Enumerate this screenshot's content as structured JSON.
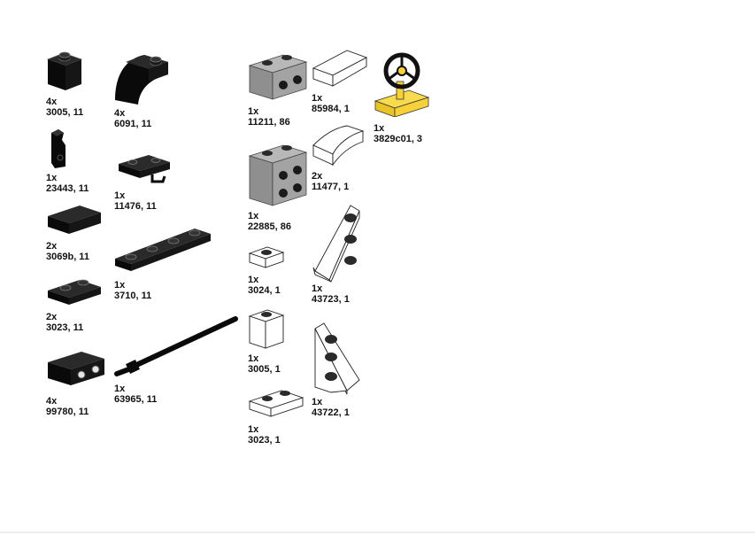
{
  "parts": [
    {
      "id": "p3005-black",
      "qty": "4x",
      "code": "3005, 11",
      "color": "#0a0a0a",
      "icon": "brick-1x1-icon"
    },
    {
      "id": "p6091-black",
      "qty": "4x",
      "code": "6091, 11",
      "color": "#0a0a0a",
      "icon": "curved-brick-icon"
    },
    {
      "id": "p23443-black",
      "qty": "1x",
      "code": "23443, 11",
      "color": "#0a0a0a",
      "icon": "bar-holder-clip-icon"
    },
    {
      "id": "p11476-black",
      "qty": "1x",
      "code": "11476, 11",
      "color": "#0a0a0a",
      "icon": "plate-clip-icon"
    },
    {
      "id": "p3069b-black",
      "qty": "2x",
      "code": "3069b, 11",
      "color": "#0a0a0a",
      "icon": "tile-1x2-icon"
    },
    {
      "id": "p3710-black",
      "qty": "1x",
      "code": "3710, 11",
      "color": "#0a0a0a",
      "icon": "plate-1x4-icon"
    },
    {
      "id": "p3023-black",
      "qty": "2x",
      "code": "3023, 11",
      "color": "#0a0a0a",
      "icon": "plate-1x2-icon"
    },
    {
      "id": "p99780-black",
      "qty": "4x",
      "code": "99780, 11",
      "color": "#0a0a0a",
      "icon": "bracket-inverted-icon"
    },
    {
      "id": "p63965-black",
      "qty": "1x",
      "code": "63965, 11",
      "color": "#0a0a0a",
      "icon": "bar-with-stop-icon"
    },
    {
      "id": "p11211-gray",
      "qty": "1x",
      "code": "11211, 86",
      "color": "#a3a3a3",
      "icon": "brick-studs-side-icon"
    },
    {
      "id": "p22885-gray",
      "qty": "1x",
      "code": "22885, 86",
      "color": "#a3a3a3",
      "icon": "brick-4-studs-side-icon"
    },
    {
      "id": "p3024-white",
      "qty": "1x",
      "code": "3024, 1",
      "color": "#ffffff",
      "icon": "plate-1x1-icon"
    },
    {
      "id": "p3005-white",
      "qty": "1x",
      "code": "3005, 1",
      "color": "#ffffff",
      "icon": "brick-1x1-icon"
    },
    {
      "id": "p3023-white",
      "qty": "1x",
      "code": "3023, 1",
      "color": "#ffffff",
      "icon": "plate-1x2-icon"
    },
    {
      "id": "p85984-white",
      "qty": "1x",
      "code": "85984, 1",
      "color": "#ffffff",
      "icon": "slope-tile-icon"
    },
    {
      "id": "p11477-white",
      "qty": "2x",
      "code": "11477, 1",
      "color": "#ffffff",
      "icon": "curved-slope-icon"
    },
    {
      "id": "p43723-white",
      "qty": "1x",
      "code": "43723, 1",
      "color": "#ffffff",
      "icon": "wedge-plate-left-icon"
    },
    {
      "id": "p43722-white",
      "qty": "1x",
      "code": "43722, 1",
      "color": "#ffffff",
      "icon": "wedge-plate-right-icon"
    },
    {
      "id": "p3829c01-yellow",
      "qty": "1x",
      "code": "3829c01, 3",
      "color": "#f6d13a",
      "icon": "steering-wheel-icon"
    }
  ]
}
